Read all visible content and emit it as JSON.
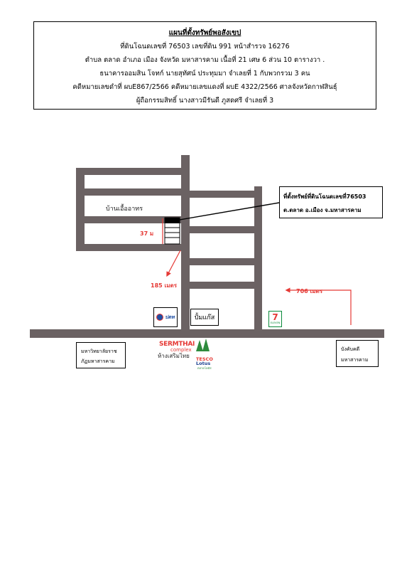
{
  "header": {
    "title": "แผนที่ตั้งทรัพย์พอสังเขป",
    "line1": "ที่ดินโฉนดเลขที่ 76503  เลขที่ดิน 991    หน้าสำรวจ 16276",
    "line2": "ตำบล  ตลาด      อำเภอ  เมือง   จังหวัด มหาสารคาม    เนื้อที่    21 เศษ 6 ส่วน 10 ตารางวา  .",
    "line3": "ธนาคารออมสิน  โจทก์ นายสุทัศน์  ประทุมมา      จำเลยที่ 1 กับพวกรวม 3 คน",
    "line4": "คดีหมายเลขดำที่ ผบE867/2566    คดีหมายเลขแดงที่ ผบE 4322/2566    ศาลจังหวัดกาฬสินธุ์",
    "line5": "ผู้ถือกรรมสิทธิ์  นางสาวมีรันดี  ภูสดศรี    จำเลยที่ 3"
  },
  "map": {
    "callout_line1": "ที่ตั้งทรัพย์ที่ดินโฉนดเลขที่76503",
    "callout_line2": "ต.ตลาด อ.เมือง จ.มหาสารคาม",
    "area_label": "บ้านเอื้ออาทร",
    "dist_37": "37 ม",
    "dist_185": "185 เมตร",
    "dist_706": "706 เมตร",
    "ptt_label": "ปตท",
    "pump_label": "ปั้มแก๊ส",
    "seven_label": "7",
    "seven_sub": "ELEVEN",
    "left_box_line1": "มหาวิทยาลัยราช",
    "left_box_line2": "ภัฏมหาสารคาม",
    "right_box_line1": "บังคับคดี",
    "right_box_line2": "มหาสารคาม",
    "sermthai_brand": "SERMTHAI",
    "sermthai_sub": "complex",
    "sermthai_thai": "ห้างเสริมไทย",
    "tesco_line1": "TESCO",
    "tesco_line2": "Lotus",
    "tesco_line3": "ตลาดโลตัส"
  },
  "colors": {
    "road": "#6b6263",
    "marker": "#e53935",
    "ptt_blue": "#1f4fa3",
    "seven_green": "#0a8a3a",
    "seven_orange": "#f47a20",
    "tree_green": "#2e8b3d",
    "tesco_blue": "#1a3f8f"
  }
}
